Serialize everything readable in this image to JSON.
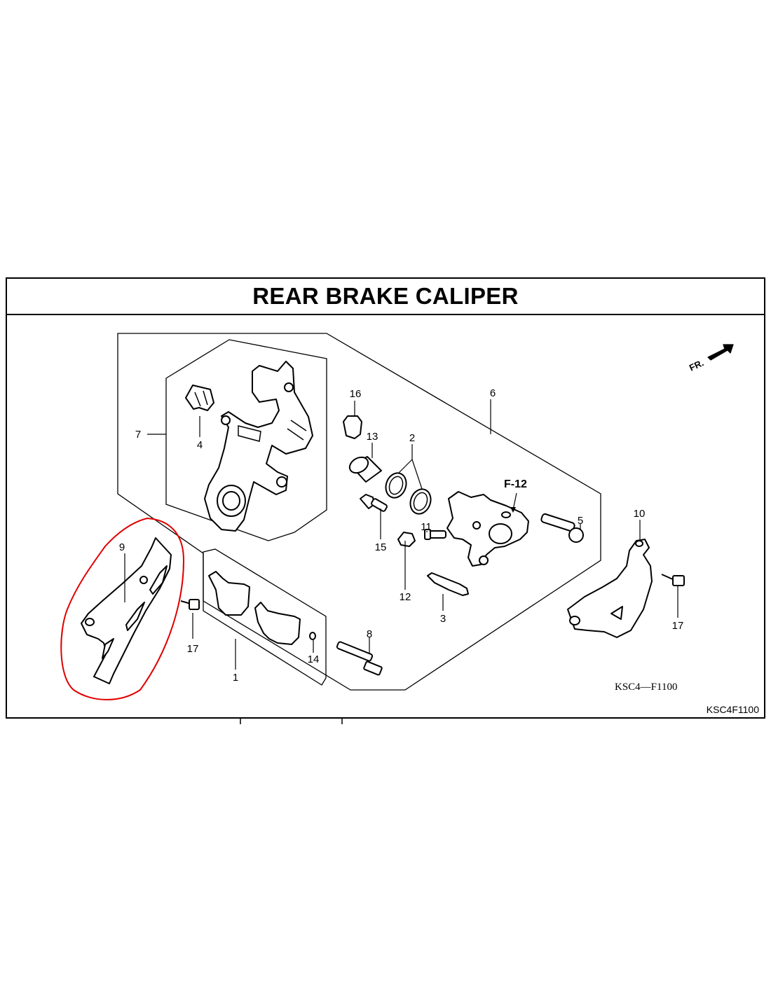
{
  "title": "REAR BRAKE CALIPER",
  "callouts": [
    {
      "id": "c1",
      "label": "1"
    },
    {
      "id": "c2",
      "label": "2"
    },
    {
      "id": "c3",
      "label": "3"
    },
    {
      "id": "c4",
      "label": "4"
    },
    {
      "id": "c5",
      "label": "5"
    },
    {
      "id": "c6",
      "label": "6"
    },
    {
      "id": "c7",
      "label": "7"
    },
    {
      "id": "c8",
      "label": "8"
    },
    {
      "id": "c9",
      "label": "9"
    },
    {
      "id": "c10",
      "label": "10"
    },
    {
      "id": "c11",
      "label": "11"
    },
    {
      "id": "c12",
      "label": "12"
    },
    {
      "id": "c13",
      "label": "13"
    },
    {
      "id": "c14",
      "label": "14"
    },
    {
      "id": "c15",
      "label": "15"
    },
    {
      "id": "c16",
      "label": "16"
    },
    {
      "id": "c17a",
      "label": "17"
    },
    {
      "id": "c17b",
      "label": "17"
    }
  ],
  "reference": "F-12",
  "front_indicator": "FR.",
  "drawing_code": "KSC4—F1100",
  "figure_id": "KSC4F1100",
  "highlight_color": "#e00000"
}
